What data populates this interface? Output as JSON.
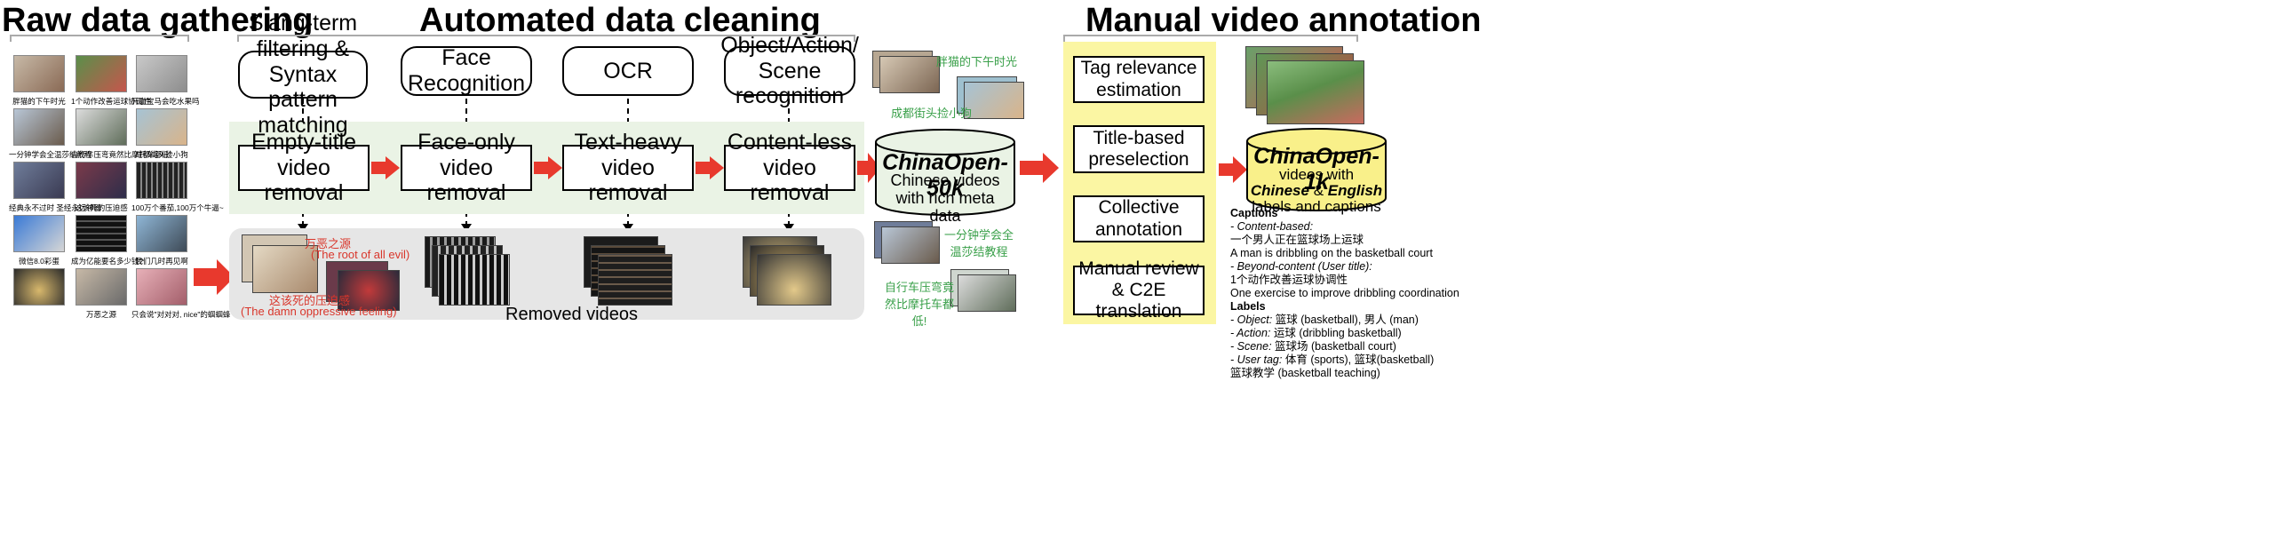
{
  "sections": {
    "raw": "Raw data gathering",
    "cleaning": "Automated data cleaning",
    "manual": "Manual video annotation"
  },
  "raw_captions": [
    "胖猫的下午时光",
    "1个动作改善运球协调性",
    "开血宝马会吃水果吗",
    "一分钟学会全温莎结教程",
    "自行车压弯竟然比摩托车都低!",
    "成都街头捡小狗",
    "经典永不过时 圣经永远神器",
    "这该死的压迫感",
    "100万个番茄,100万个牛逼~",
    "微信8.0彩蛋",
    "成为亿能要名多少钱?",
    "我们几时再见啊",
    "",
    "万恶之源",
    "只会说\"对对对, nice\"的蝈蝈蜂"
  ],
  "filters": [
    "Slang-term filtering & Syntax pattern matching",
    "Face Recognition",
    "OCR",
    "Object/Action/ Scene recognition"
  ],
  "removals": [
    "Empty-title video removal",
    "Face-only video removal",
    "Text-heavy video removal",
    "Content-less video removal"
  ],
  "removed_label": "Removed videos",
  "removed_notes": {
    "root_cn": "万恶之源",
    "root_en": "(The root of all evil)",
    "oppr_cn": "这该死的压迫感",
    "oppr_en": "(The damn oppressive feeling)"
  },
  "china50k": {
    "name": "ChinaOpen-50k",
    "desc": "Chinese videos with rich meta data"
  },
  "mid_captions": [
    "胖猫的下午时光",
    "成都街头捡小狗",
    "一分钟学会全温莎结教程",
    "自行车压弯竟然比摩托车都低!"
  ],
  "manual_steps": [
    "Tag relevance estimation",
    "Title-based preselection",
    "Collective annotation",
    "Manual review & C2E  translation"
  ],
  "china1k": {
    "name": "ChinaOpen-1k",
    "line1": "videos with",
    "chinese": "Chinese",
    "amp": "&",
    "english": "English",
    "line3": "labels and captions"
  },
  "annotations": {
    "captions_header": "Captions",
    "content_based": "- Content-based:",
    "cb_cn": "一个男人正在篮球场上运球",
    "cb_en": "A man is dribbling on the basketball court",
    "beyond": "- Beyond-content (User title):",
    "bc_cn": "1个动作改善运球协调性",
    "bc_en": "One exercise to improve dribbling coordination",
    "labels_header": "Labels",
    "object_key": "- Object:",
    "object_val": "篮球 (basketball), 男人 (man)",
    "action_key": "- Action:",
    "action_val": "运球 (dribbling basketball)",
    "scene_key": "- Scene:",
    "scene_val": "篮球场 (basketball court)",
    "user_key": "- User tag:",
    "user_val": "体育 (sports), 篮球(basketball)",
    "user_val2": "篮球教学 (basketball teaching)"
  },
  "colors": {
    "arrow": "#e8392d",
    "cleaning_bg": "#eaf3e5",
    "removed_bg": "#e6e6e6",
    "manual_bg": "#fbf6a3",
    "china1k_fill": "#f9f08a",
    "caption_green": "#3aa04a",
    "note_red": "#d9362b"
  }
}
